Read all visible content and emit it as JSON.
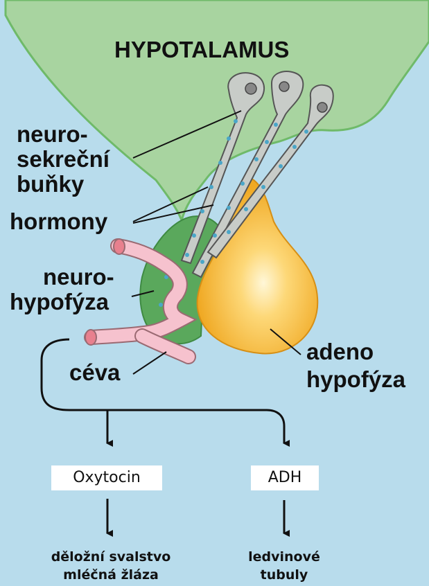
{
  "title": "HYPOTALAMUS",
  "labels": {
    "neurosecretory_line1": "neuro-",
    "neurosecretory_line2": "sekreční",
    "neurosecretory_line3": "buňky",
    "hormones": "hormony",
    "neurohypophysis_line1": "neuro-",
    "neurohypophysis_line2": "hypofýza",
    "vessel": "céva",
    "adenohypophysis_line1": "adeno",
    "adenohypophysis_line2": "hypofýza"
  },
  "hormone_boxes": {
    "oxytocin": "Oxytocin",
    "adh": "ADH"
  },
  "targets": {
    "oxytocin_line1": "děložní svalstvo",
    "oxytocin_line2": "mléčná žláza",
    "adh_line1": "ledvinové",
    "adh_line2": "tubuly"
  },
  "colors": {
    "background": "#b8dcec",
    "hypothalamus": "#a8d4a0",
    "neurohypophysis": "#5aa85c",
    "adenohypophysis": "#f5b52e",
    "vessel": "#f6c2ce",
    "neuron": "#c8ccc8",
    "granules": "#4aa6c8"
  }
}
